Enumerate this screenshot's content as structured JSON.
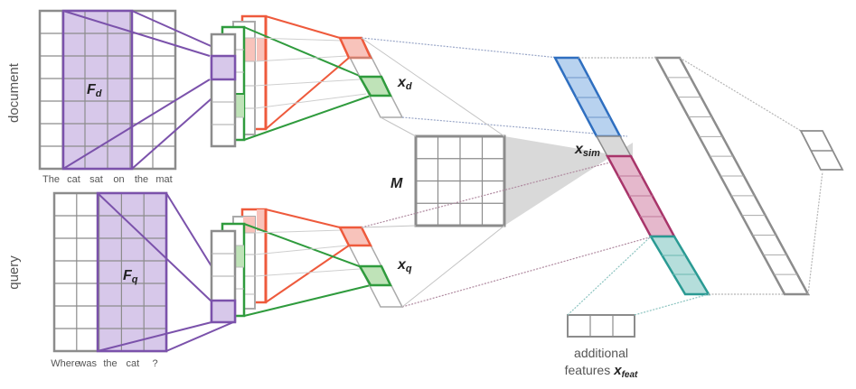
{
  "colors": {
    "purple": "#7b52ab",
    "purple_fill": "#d7c8ea",
    "red": "#ee5a3c",
    "red_fill": "#f8c3bb",
    "green": "#2f9b3d",
    "green_fill": "#bfe3b8",
    "blue": "#2f6fc0",
    "blue_fill": "#b8d2ef",
    "magenta": "#a8356a",
    "magenta_fill": "#e5b8cc",
    "teal": "#2a9a93",
    "teal_fill": "#b5dedb",
    "gray": "#8c8c8c",
    "shade": "#d9d9d9"
  },
  "labels": {
    "document": "document",
    "query": "query",
    "doc_words": [
      "The",
      "cat",
      "sat",
      "on",
      "the",
      "mat"
    ],
    "query_words": [
      "Where",
      "was",
      "the",
      "cat",
      "?"
    ],
    "Fd": {
      "main": "F",
      "sub": "d"
    },
    "Fq": {
      "main": "F",
      "sub": "q"
    },
    "xd": {
      "main": "x",
      "sub": "d"
    },
    "xq": {
      "main": "x",
      "sub": "q"
    },
    "M": "M",
    "xsim": {
      "main": "x",
      "sub": "sim"
    },
    "additional": "additional",
    "features": "features",
    "xfeat": {
      "main": "x",
      "sub": "feat"
    }
  }
}
